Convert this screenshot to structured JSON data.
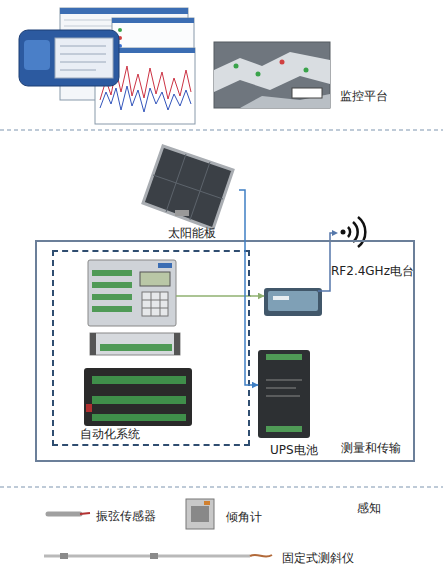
{
  "diagram": {
    "nodes": [
      {
        "text": [
          "太阳能板"
        ]
      },
      {
        "text": [
          "测量和传输"
        ]
      },
      {
        "text": [
          "自动化系统"
        ],
        "in": 1
      },
      {
        "text": [
          "RF2.4GHz电台"
        ],
        "in": 1
      },
      {
        "text": [
          "UPS电池"
        ],
        "in": 1
      }
    ],
    "edges": [
      {
        "from": 0,
        "to": 4,
        "arrow": "to"
      },
      {
        "from": 2,
        "to": 3,
        "arrow": "to"
      }
    ],
    "labels": [
      "监控平台",
      "振弦传感器",
      "倾角计",
      "感知",
      "固定式测斜仪"
    ]
  }
}
